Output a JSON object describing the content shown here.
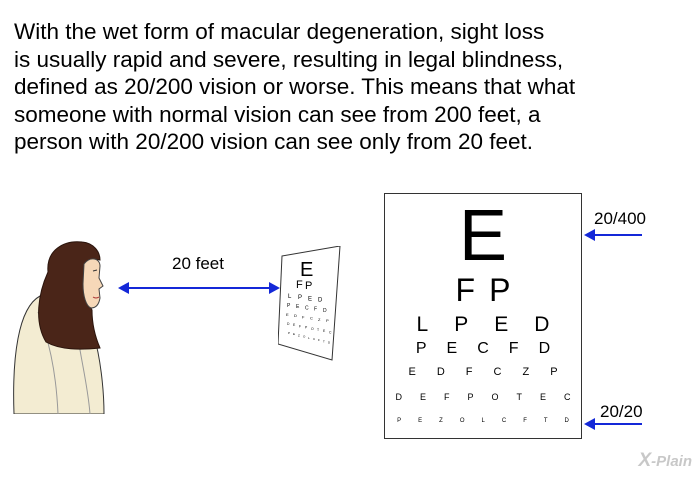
{
  "paragraph": {
    "lines": [
      "With the wet form of macular degeneration, sight loss",
      "is usually rapid and severe, resulting in legal blindness,",
      "defined as 20/200 vision or worse. This means that what",
      "someone with normal vision can see from 200 feet, a",
      "person with 20/200 vision can see only from 20 feet."
    ]
  },
  "distance_label": "20 feet",
  "small_chart_rows": [
    [
      "E"
    ],
    [
      "F",
      "P"
    ],
    [
      "L",
      "P",
      "E",
      "D"
    ],
    [
      "P",
      "E",
      "C",
      "F",
      "D"
    ],
    [
      "E",
      "D",
      "F",
      "C",
      "Z",
      "P"
    ],
    [
      "D",
      "E",
      "F",
      "P",
      "O",
      "T",
      "E",
      "C"
    ],
    [
      "P",
      "E",
      "Z",
      "O",
      "L",
      "C",
      "F",
      "T",
      "D"
    ]
  ],
  "eye_chart": {
    "rows": [
      [
        "E"
      ],
      [
        "F",
        "P"
      ],
      [
        "L",
        "P",
        "E",
        "D"
      ],
      [
        "P",
        "E",
        "C",
        "F",
        "D"
      ],
      [
        "E",
        "D",
        "F",
        "C",
        "Z",
        "P"
      ],
      [
        "D",
        "E",
        "F",
        "P",
        "O",
        "T",
        "E",
        "C"
      ],
      [
        "P",
        "E",
        "Z",
        "O",
        "L",
        "C",
        "F",
        "T",
        "D"
      ]
    ],
    "label_top": "20/400",
    "label_bottom": "20/20"
  },
  "colors": {
    "arrow": "#1428d8",
    "skin": "#f6d8b8",
    "hijab": "#4a2518",
    "robe": "#f3ecd2"
  },
  "logo": {
    "symbol": "X",
    "text": "-Plain"
  }
}
